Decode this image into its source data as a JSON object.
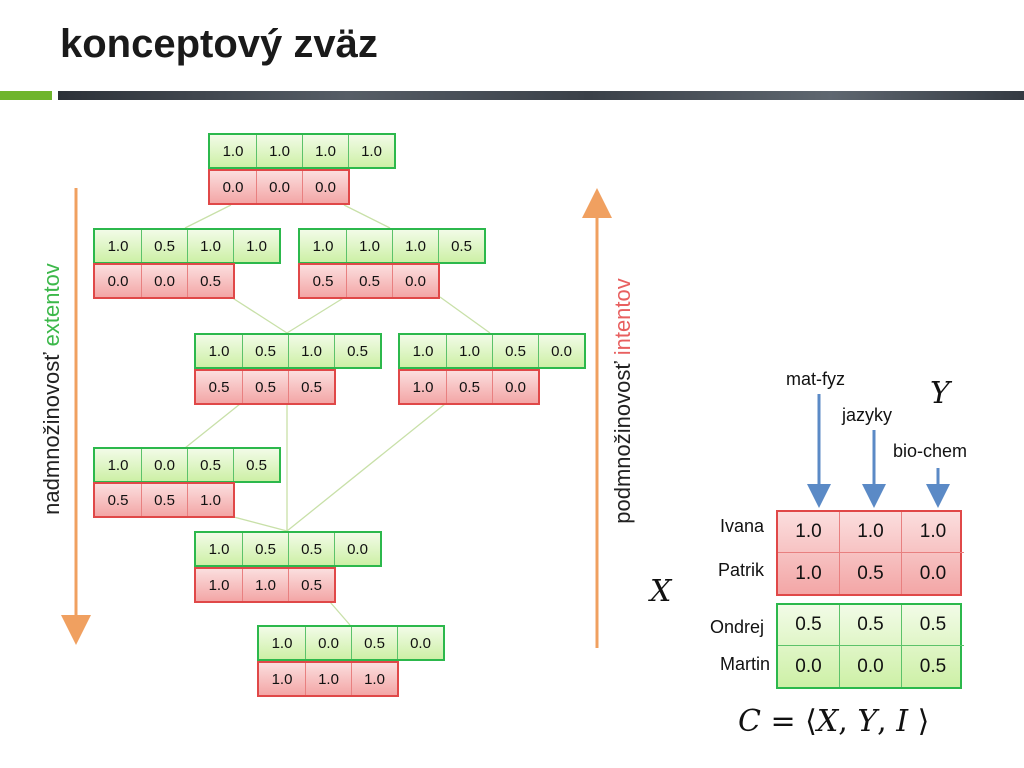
{
  "title": "konceptový zväz",
  "labels": {
    "left_prefix": "nadmnožinovosť ",
    "left_highlight": "extentov",
    "right_prefix": "podmnožinovosť ",
    "right_highlight": "intentov"
  },
  "colors": {
    "accent_green": "#6fb52c",
    "extent_border": "#2cb84c",
    "intent_border": "#e04848",
    "arrow_orange": "#f0a060",
    "arrow_blue": "#5b8ac6"
  },
  "lattice": {
    "nodes": [
      {
        "id": "n0",
        "ext": [
          "1.0",
          "1.0",
          "1.0",
          "1.0"
        ],
        "int": [
          "0.0",
          "0.0",
          "0.0"
        ]
      },
      {
        "id": "n1",
        "ext": [
          "1.0",
          "0.5",
          "1.0",
          "1.0"
        ],
        "int": [
          "0.0",
          "0.0",
          "0.5"
        ]
      },
      {
        "id": "n2",
        "ext": [
          "1.0",
          "1.0",
          "1.0",
          "0.5"
        ],
        "int": [
          "0.5",
          "0.5",
          "0.0"
        ]
      },
      {
        "id": "n3",
        "ext": [
          "1.0",
          "0.5",
          "1.0",
          "0.5"
        ],
        "int": [
          "0.5",
          "0.5",
          "0.5"
        ]
      },
      {
        "id": "n4",
        "ext": [
          "1.0",
          "1.0",
          "0.5",
          "0.0"
        ],
        "int": [
          "1.0",
          "0.5",
          "0.0"
        ]
      },
      {
        "id": "n5",
        "ext": [
          "1.0",
          "0.0",
          "0.5",
          "0.5"
        ],
        "int": [
          "0.5",
          "0.5",
          "1.0"
        ]
      },
      {
        "id": "n6",
        "ext": [
          "1.0",
          "0.5",
          "0.5",
          "0.0"
        ],
        "int": [
          "1.0",
          "1.0",
          "0.5"
        ]
      },
      {
        "id": "n7",
        "ext": [
          "1.0",
          "0.0",
          "0.5",
          "0.0"
        ],
        "int": [
          "1.0",
          "1.0",
          "1.0"
        ]
      }
    ]
  },
  "context": {
    "attributes": [
      "mat-fyz",
      "jazyky",
      "bio-chem"
    ],
    "objects": [
      "Ivana",
      "Patrik",
      "Ondrej",
      "Martin"
    ],
    "values": [
      [
        "1.0",
        "1.0",
        "1.0"
      ],
      [
        "1.0",
        "0.5",
        "0.0"
      ],
      [
        "0.5",
        "0.5",
        "0.5"
      ],
      [
        "0.0",
        "0.0",
        "0.5"
      ]
    ],
    "x_symbol": "X",
    "y_symbol": "Y"
  },
  "formula": {
    "lhs": "C",
    "eq": " = ⟨",
    "x": "X",
    "sep1": ", ",
    "y": "Y",
    "sep2": ", ",
    "i": "I",
    "close": " ⟩"
  }
}
